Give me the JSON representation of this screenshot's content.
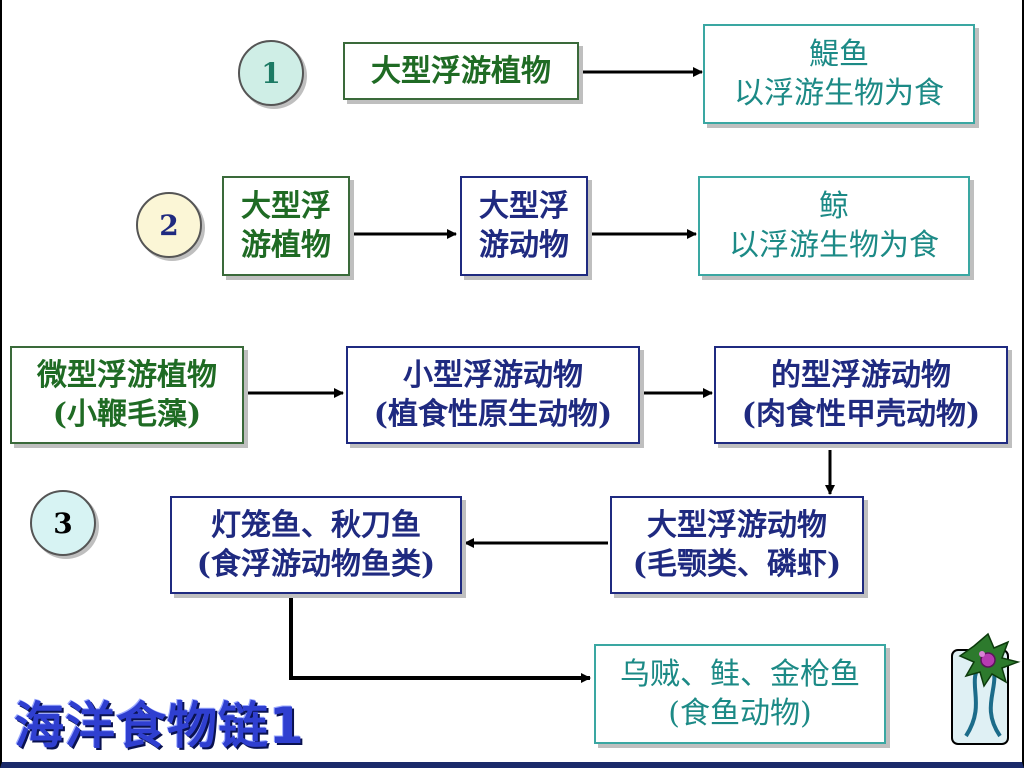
{
  "markers": {
    "m1": "1",
    "m2": "2",
    "m3": "3"
  },
  "chain1": {
    "producer": "大型浮游植物",
    "consumer_line1": "鯷鱼",
    "consumer_line2": "以浮游生物为食"
  },
  "chain2": {
    "producer_line1": "大型浮",
    "producer_line2": "游植物",
    "herbivore_line1": "大型浮",
    "herbivore_line2": "游动物",
    "consumer_line1": "鲸",
    "consumer_line2": "以浮游生物为食"
  },
  "chain3": {
    "phyto_line1": "微型浮游植物",
    "phyto_line2": "(小鞭毛藻)",
    "small_zoo_line1": "小型浮游动物",
    "small_zoo_line2": "(植食性原生动物)",
    "mid_zoo_line1": "的型浮游动物",
    "mid_zoo_line2": "(肉食性甲壳动物)",
    "large_zoo_line1": "大型浮游动物",
    "large_zoo_line2": "(毛颚类、磷虾)",
    "lantern_line1": "灯笼鱼、秋刀鱼",
    "lantern_line2": "(食浮游动物鱼类)",
    "squid_line1": "乌贼、鲑、金枪鱼",
    "squid_line2": "(食鱼动物)"
  },
  "title": "海洋食物链1",
  "colors": {
    "marker1": "#cfeee6",
    "marker2": "#fbf6d6",
    "marker3": "#d7f3f3",
    "title": "#2f3fd0"
  },
  "icons": [
    "ribbon-clipart-icon"
  ]
}
